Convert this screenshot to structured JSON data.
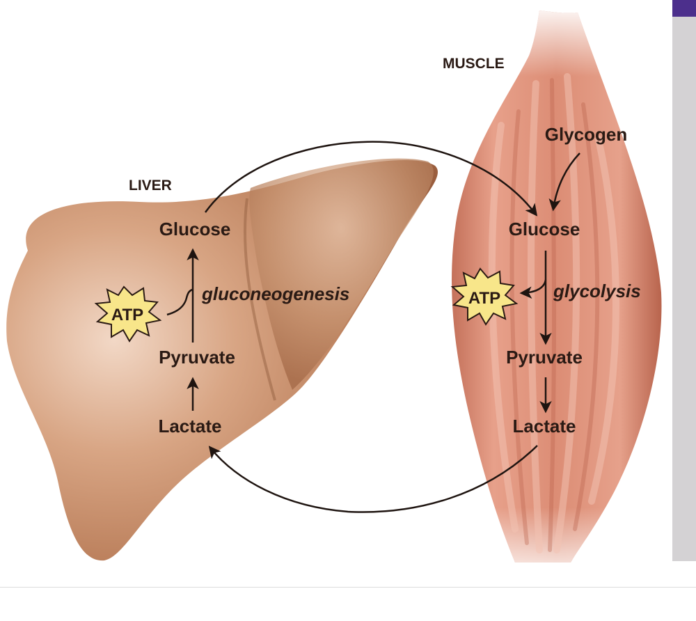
{
  "diagram": {
    "liver": {
      "title": "LIVER",
      "glucose": "Glucose",
      "process": "gluconeogenesis",
      "atp": "ATP",
      "pyruvate": "Pyruvate",
      "lactate": "Lactate"
    },
    "muscle": {
      "title": "MUSCLE",
      "glycogen": "Glycogen",
      "glucose": "Glucose",
      "process": "glycolysis",
      "atp": "ATP",
      "pyruvate": "Pyruvate",
      "lactate": "Lactate"
    }
  },
  "colors": {
    "liver": "#b77a56",
    "muscle": "#d88a72",
    "atp_burst": "#f8e68a",
    "text": "#2a1a14",
    "panel": "#d4d2d4",
    "panel_accent": "#4c2f8c"
  }
}
